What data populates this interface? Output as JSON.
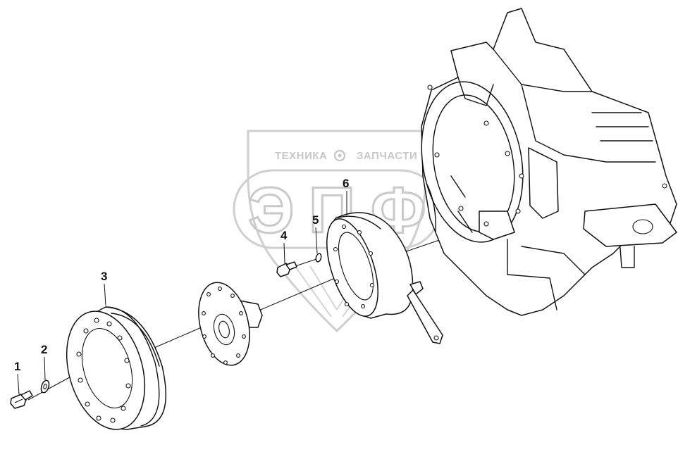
{
  "watermark": {
    "band_left": "ТЕХНИКА",
    "band_right": "ЗАПЧАСТИ",
    "logo_letters": [
      "Э",
      "П",
      "Ф"
    ],
    "color": "#c8c8c8"
  },
  "callouts": [
    "1",
    "2",
    "3",
    "4",
    "5",
    "6"
  ],
  "line_color": "#111111"
}
